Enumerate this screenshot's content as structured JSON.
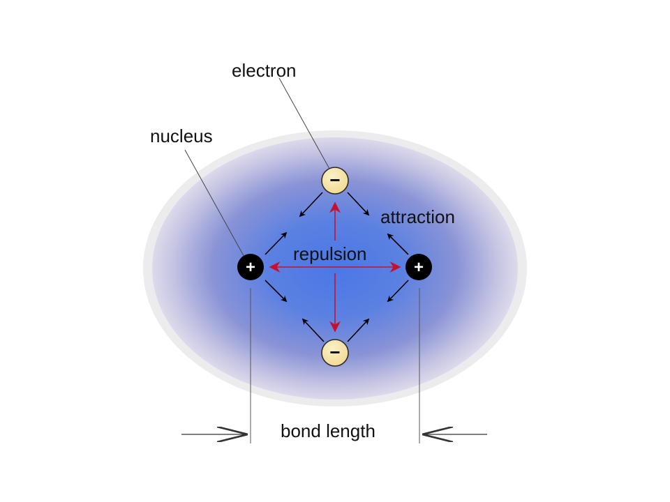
{
  "labels": {
    "electron": "electron",
    "nucleus": "nucleus",
    "attraction": "attraction",
    "repulsion": "repulsion",
    "bond_length": "bond length"
  },
  "particles": {
    "nucleus_sign": "+",
    "electron_sign": "−"
  },
  "colors": {
    "cloud_core": "#4a78e6",
    "cloud_mid": "#8a93d6",
    "cloud_edge": "#e2e0ec",
    "nucleus": "#000000",
    "electron": "#f6e2a6",
    "attraction_arrow": "#000000",
    "repulsion_arrow": "#c8102e"
  }
}
